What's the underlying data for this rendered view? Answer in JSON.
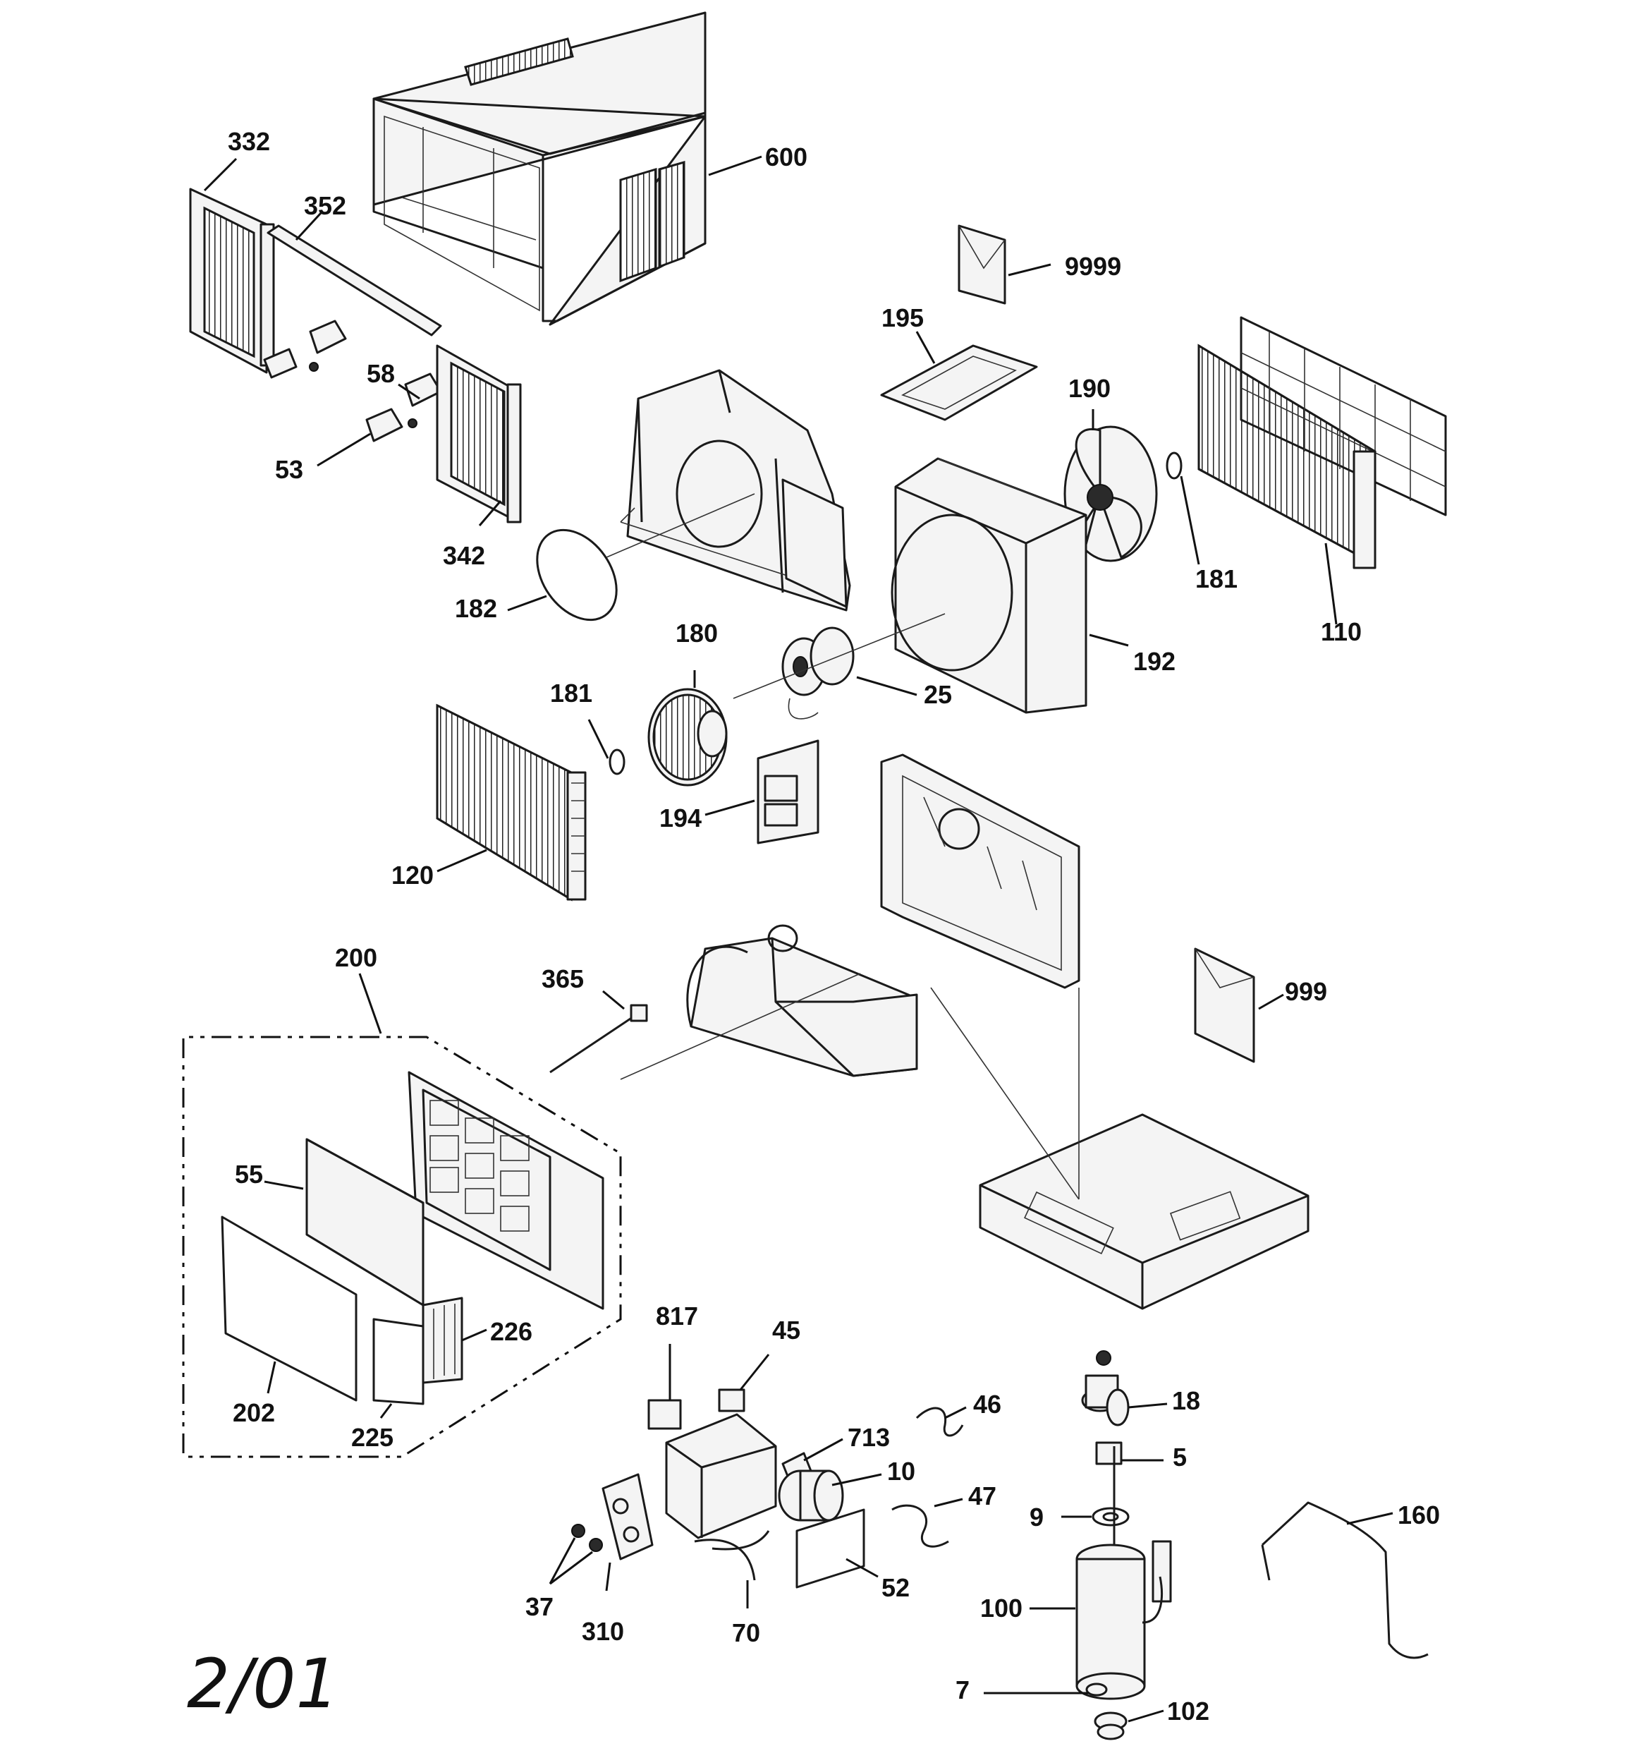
{
  "labels": {
    "l332": "332",
    "l352": "352",
    "l600": "600",
    "l9999": "9999",
    "l195": "195",
    "l190": "190",
    "l58": "58",
    "l53": "53",
    "l342": "342",
    "l182": "182",
    "l181a": "181",
    "l110": "110",
    "l192": "192",
    "l180": "180",
    "l181b": "181",
    "l25": "25",
    "l194": "194",
    "l120": "120",
    "l200": "200",
    "l365": "365",
    "l999": "999",
    "l55": "55",
    "l226": "226",
    "l202": "202",
    "l225": "225",
    "l817": "817",
    "l45": "45",
    "l46": "46",
    "l18": "18",
    "l713": "713",
    "l10": "10",
    "l5": "5",
    "l47": "47",
    "l9": "9",
    "l160": "160",
    "l100": "100",
    "l37": "37",
    "l310": "310",
    "l70": "70",
    "l52": "52",
    "l7": "7",
    "l102": "102"
  },
  "date_stamp": "2/01"
}
